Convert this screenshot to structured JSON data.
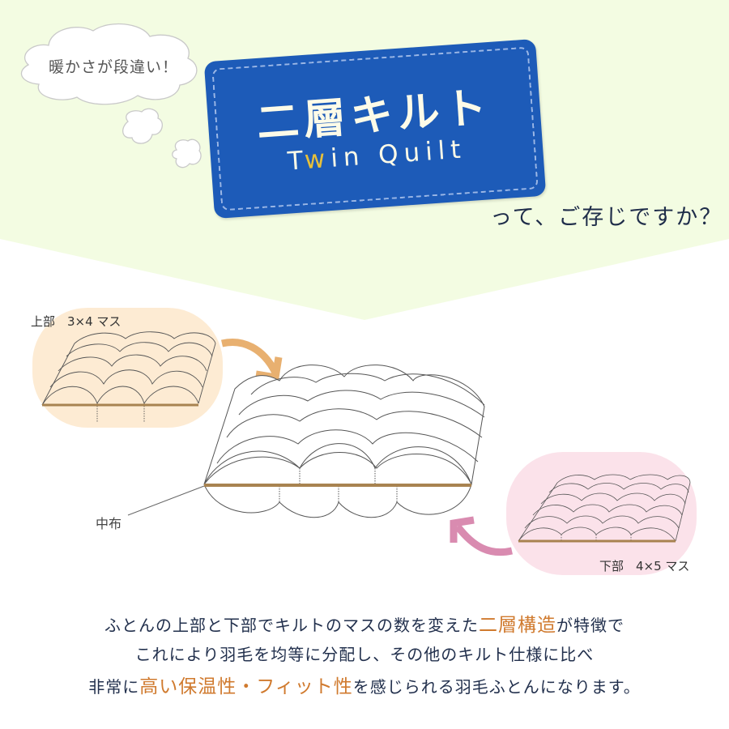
{
  "thought_bubble": {
    "text": "暖かさが段違い！"
  },
  "badge": {
    "title": "二層キルト",
    "subtitle_prefix": "T",
    "subtitle_highlight": "w",
    "subtitle_suffix": "in Quilt",
    "subtitle_full": "Twin Quilt",
    "color": "#1d5bb8",
    "highlight_color": "#e7c03a"
  },
  "question": {
    "text": "って、ご存じですか？"
  },
  "diagram": {
    "top_layer": {
      "label": "上部　3×4 マス",
      "cols": 3,
      "rows": 4,
      "bg_color": "#fdebd3",
      "arrow_color": "#e8b070"
    },
    "bottom_layer": {
      "label": "下部　4×5 マス",
      "cols": 4,
      "rows": 5,
      "bg_color": "#fbe2ea",
      "arrow_color": "#d98bb0"
    },
    "middle_label": "中布",
    "fabric_color": "#a88350"
  },
  "description": {
    "line1": {
      "before": "ふとんの上部と下部でキルトのマスの数を変えた",
      "emphasis": "二層構造",
      "after": "が特徴で"
    },
    "line2": {
      "text": "これにより羽毛を均等に分配し、その他のキルト仕様に比べ"
    },
    "line3": {
      "before": "非常に",
      "emphasis": "高い保温性・フィット性",
      "after": "を感じられる羽毛ふとんになります。"
    },
    "emphasis_color": "#d07a2e"
  },
  "background": {
    "top_color": "#f3fce2"
  }
}
